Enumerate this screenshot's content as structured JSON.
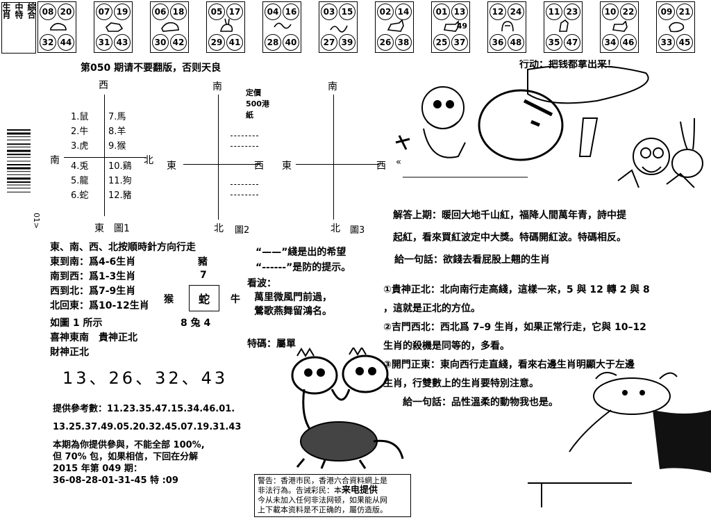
{
  "strip": {
    "title_cols": [
      "生肖",
      "中特",
      "綜合"
    ],
    "cells": [
      {
        "n": [
          "08",
          "20",
          "32",
          "44"
        ],
        "animal": "rat-icon"
      },
      {
        "n": [
          "07",
          "19",
          "31",
          "43"
        ],
        "animal": "ox-icon"
      },
      {
        "n": [
          "06",
          "18",
          "30",
          "42"
        ],
        "animal": "tiger-icon"
      },
      {
        "n": [
          "05",
          "17",
          "29",
          "41"
        ],
        "animal": "rabbit-icon"
      },
      {
        "n": [
          "04",
          "16",
          "28",
          "40"
        ],
        "animal": "dragon-icon"
      },
      {
        "n": [
          "03",
          "15",
          "27",
          "39"
        ],
        "animal": "snake-icon"
      },
      {
        "n": [
          "02",
          "14",
          "26",
          "38"
        ],
        "animal": "horse-icon"
      },
      {
        "n": [
          "01",
          "13",
          "25",
          "37"
        ],
        "animal": "goat-icon",
        "extra": "49"
      },
      {
        "n": [
          "12",
          "24",
          "36",
          "48"
        ],
        "animal": "monkey-icon"
      },
      {
        "n": [
          "11",
          "23",
          "35",
          "47"
        ],
        "animal": "rooster-icon"
      },
      {
        "n": [
          "10",
          "22",
          "34",
          "46"
        ],
        "animal": "dog-icon"
      },
      {
        "n": [
          "09",
          "21",
          "33",
          "45"
        ],
        "animal": "pig-icon"
      }
    ]
  },
  "header_text": "第050 期请不要翻版，否则天良",
  "price": "定價500港紙",
  "compass": {
    "west": "西",
    "south": "南",
    "north": "北",
    "east": "東",
    "back_text": "牛",
    "fig1": "東　圖1",
    "fig2": "圖2",
    "fig3": "圖3",
    "left_list": [
      "1.鼠",
      "2.牛",
      "3.虎",
      "4.兎",
      "5.龍",
      "6.蛇"
    ],
    "right_list": [
      "7.馬",
      "8.羊",
      "9.猴",
      "10.鷄",
      "11.狗",
      "12.豬"
    ]
  },
  "barcode_text": "01>",
  "direction_rules": {
    "intro": "東、南、西、北按順時針方向行走",
    "lines": [
      "東到南：爲4-6生肖",
      "南到西：爲1-3生肖",
      "西到北：爲7-9生肖",
      "北回東：爲10-12生肖"
    ],
    "as_figure": "如圖 1 所示",
    "gods1": "喜神東南　貴神正北",
    "gods2": "財神正北"
  },
  "legend": {
    "solid_label": "“——”",
    "solid_text": "綫是出的希望",
    "dashed_label": "“------”",
    "dashed_text": "是防的提示。"
  },
  "cross": {
    "top": "豬",
    "top_num": "7",
    "left": "猴",
    "center": "蛇",
    "right": "牛",
    "bottom": "8 兔 4"
  },
  "poem": {
    "title": "看波：",
    "line1": "萬里微風門前過，",
    "line2": "鶯歌燕舞留鴻名。"
  },
  "special": "特碼：屬單",
  "big_numbers": "13、26、32、43",
  "reference": {
    "label": "提供參考數：11.23.35.47.15.34.46.01.",
    "line2": "13.25.37.49.05.20.32.45.07.19.31.43"
  },
  "promise": {
    "l1": "本期為你提供參與，不能全部 100%,",
    "l2": "但 70% 包，如果相信，下回在分解",
    "l3": "2015 年第 049 期：",
    "l4": "36-08-28-01-31-45 特 :09"
  },
  "last_answer": {
    "l1": "解答上期：暖回大地千山紅，福降人間萬年青，詩中提",
    "l2": "起紅，看來買紅波定中大獎。特碼開紅波。特碼相反。",
    "l3": "給一句話：欲錢去看屁股上翹的生肖"
  },
  "analysis": {
    "p1a": "①貴神正北：北向南行走高綫，這樣一來，5 與 12 轉 2 與 8",
    "p1b": "，這就是正北的方位。",
    "p2a": "②吉門西北：西北爲 7–9 生肖，如果正常行走，它與 10–12",
    "p2b": "生肖的殺機是同等的，多看。",
    "p3a": "③開門正東：東向西行走直綫，看來右邊生肖明顯大于左邊",
    "p3b": "生肖，行雙數上的生肖要特別注意。",
    "hint": "給一句話：品性溫柔的動物我也是。"
  },
  "notice": {
    "l1": "警告：香港市民，香港六合資料網上是",
    "l2": "非法行為。告诫彩民：本",
    "l2b": "来电提供",
    "l3": "今从未加入任何非法网顿，如果能从网",
    "l4": "上下載本资料是不正确的，屬仿造版。"
  },
  "top_partial": {
    "mid": "行动：把钱都拿出来！",
    "arrow": "«"
  }
}
